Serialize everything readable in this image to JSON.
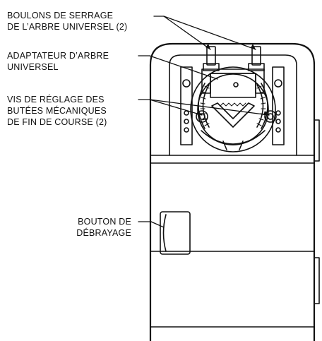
{
  "labels": {
    "bolts": {
      "line1": "BOULONS DE SERRAGE",
      "line2": "DE L’ARBRE UNIVERSEL (2)"
    },
    "adapter": {
      "line1": "ADAPTATEUR D’ARBRE",
      "line2": "UNIVERSEL"
    },
    "screws": {
      "line1": "VIS DE RÉGLAGE DES",
      "line2": "BUTÉES MÉCANIQUES",
      "line3": "DE FIN DE COURSE (2)"
    },
    "release": {
      "line1": "BOUTON DE",
      "line2": "DÉBRAYAGE"
    }
  },
  "colors": {
    "stroke": "#111111",
    "background": "#ffffff"
  }
}
